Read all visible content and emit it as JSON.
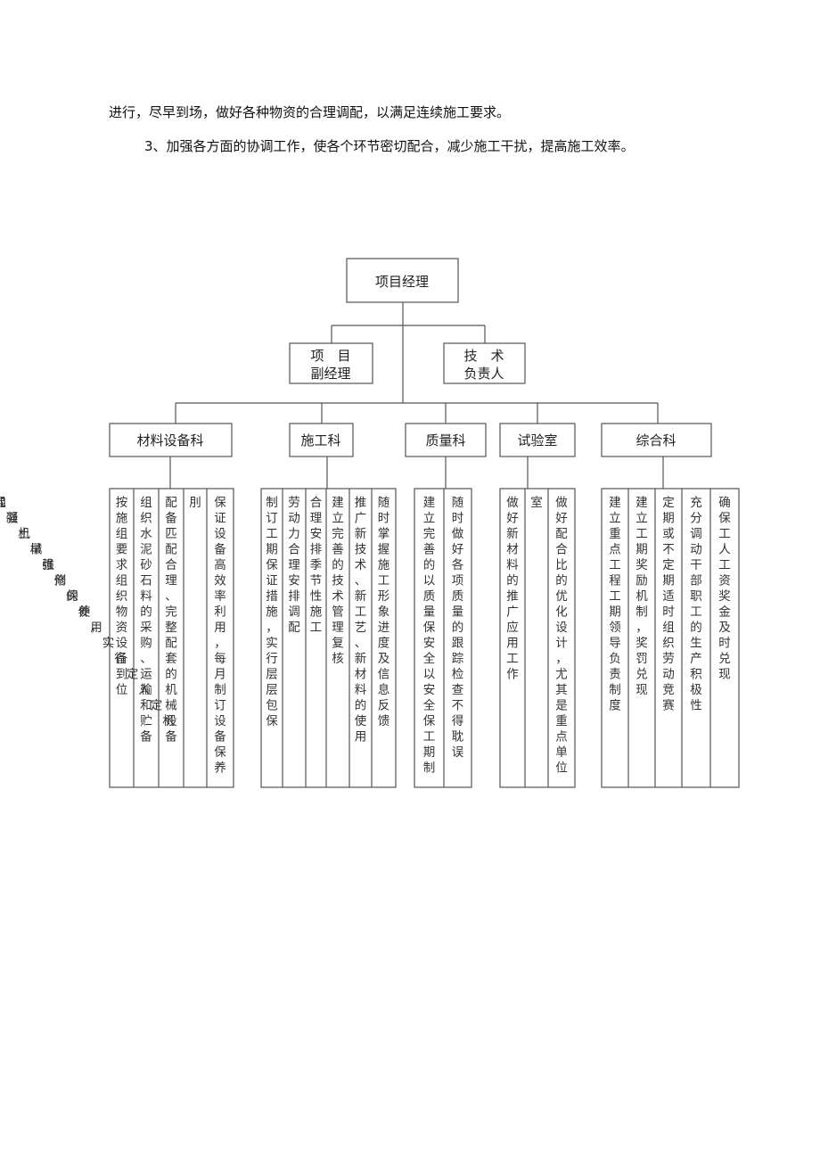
{
  "paragraphs": [
    "进行，尽早到场，做好各种物资的合理调配，以满足连续施工要求。",
    "3、加强各方面的协调工作，使各个环节密切配合，减少施工干扰，提高施工效率。"
  ],
  "org": {
    "top": "项目经理",
    "level2": [
      {
        "line1": "项　目",
        "line2": "副经理"
      },
      {
        "line1": "技　术",
        "line2": "负责人"
      }
    ],
    "departments": [
      {
        "name": "材料设备科",
        "duties": [
          "按施组要求组织物资设备到位",
          "组织水泥砂石料的采购、运输和贮备",
          "配备匹配合理、完整配套的机械设备",
          "刖",
          "保证设备高效率利用，每月制订设备保养计",
          "加强机械维修保养，实行定人定机"
        ]
      },
      {
        "name": "施工科",
        "duties": [
          "制订工期保证措施，实行层层包保",
          "劳动力合理安排调配",
          "合理安排季节性施工",
          "建立完善的技术管理复核",
          "推广新技术、新工艺、新材料的使用",
          "随时掌握施工形象进度及信息反馈"
        ]
      },
      {
        "name": "质量科",
        "duties": [
          "建立完善的以质量保安全以安全保工期制度",
          "随时做好各项质量的跟踪检查不得耽误"
        ]
      },
      {
        "name": "试验室",
        "duties": [
          "做好新材料的推广应用工作",
          "室",
          "做好配合比的优化设计，尤其是重点单位工",
          "混凝土早强剂的使用"
        ]
      },
      {
        "name": "综合科",
        "duties": [
          "建立重点工程工期领导负责制度",
          "建立工期奖励机制，奖罚兑现",
          "定期或不定期适时组织劳动竞赛",
          "充分调动干部职工的生产积极性",
          "确保工人工资奖金及时兑现"
        ]
      }
    ]
  }
}
